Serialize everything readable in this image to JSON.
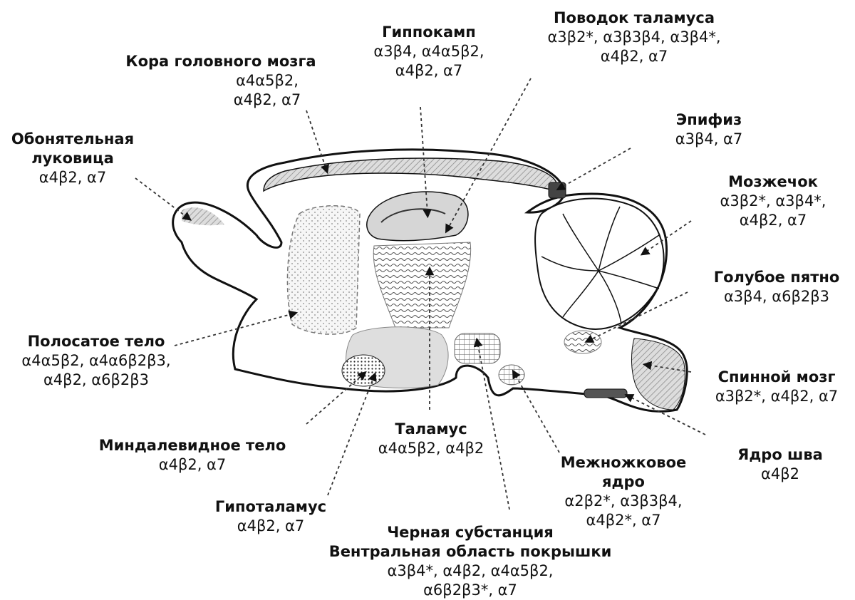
{
  "regions": {
    "hippocampus": {
      "name": "Гиппокамп",
      "subunits": [
        "α3β4, α4α5β2,",
        "α4β2, α7"
      ]
    },
    "habenula": {
      "name": "Поводок таламуса",
      "subunits": [
        "α3β2*, α3β3β4, α3β4*,",
        "α4β2, α7"
      ]
    },
    "cortex": {
      "name": "Кора головного мозга",
      "subunits": [
        "α4α5β2,",
        "α4β2, α7"
      ]
    },
    "pineal": {
      "name": "Эпифиз",
      "subunits": [
        "α3β4, α7"
      ]
    },
    "olfactory_bulb": {
      "name_lines": [
        "Обонятельная",
        "луковица"
      ],
      "subunits": [
        "α4β2, α7"
      ]
    },
    "cerebellum": {
      "name": "Мозжечок",
      "subunits": [
        "α3β2*, α3β4*,",
        "α4β2, α7"
      ]
    },
    "locus_coeruleus": {
      "name": "Голубое пятно",
      "subunits": [
        "α3β4, α6β2β3"
      ]
    },
    "striatum": {
      "name": "Полосатое тело",
      "subunits": [
        "α4α5β2, α4α6β2β3,",
        "α4β2, α6β2β3"
      ]
    },
    "spinal_cord": {
      "name": "Спинной мозг",
      "subunits": [
        "α3β2*, α4β2, α7"
      ]
    },
    "thalamus": {
      "name": "Таламус",
      "subunits": [
        "α4α5β2, α4β2"
      ]
    },
    "amygdala": {
      "name": "Миндалевидное тело",
      "subunits": [
        "α4β2, α7"
      ]
    },
    "raphe": {
      "name": "Ядро шва",
      "subunits": [
        "α4β2"
      ]
    },
    "interpeduncular": {
      "name_lines": [
        "Межножковое",
        "ядро"
      ],
      "subunits": [
        "α2β2*, α3β3β4,",
        "α4β2*, α7"
      ]
    },
    "hypothalamus": {
      "name": "Гипоталамус",
      "subunits": [
        "α4β2, α7"
      ]
    },
    "substantia_nigra": {
      "name_lines": [
        "Черная субстанция",
        "Вентральная область покрышки"
      ],
      "subunits": [
        "α3β4*, α4β2, α4α5β2,",
        "α6β2β3*, α7"
      ]
    }
  }
}
